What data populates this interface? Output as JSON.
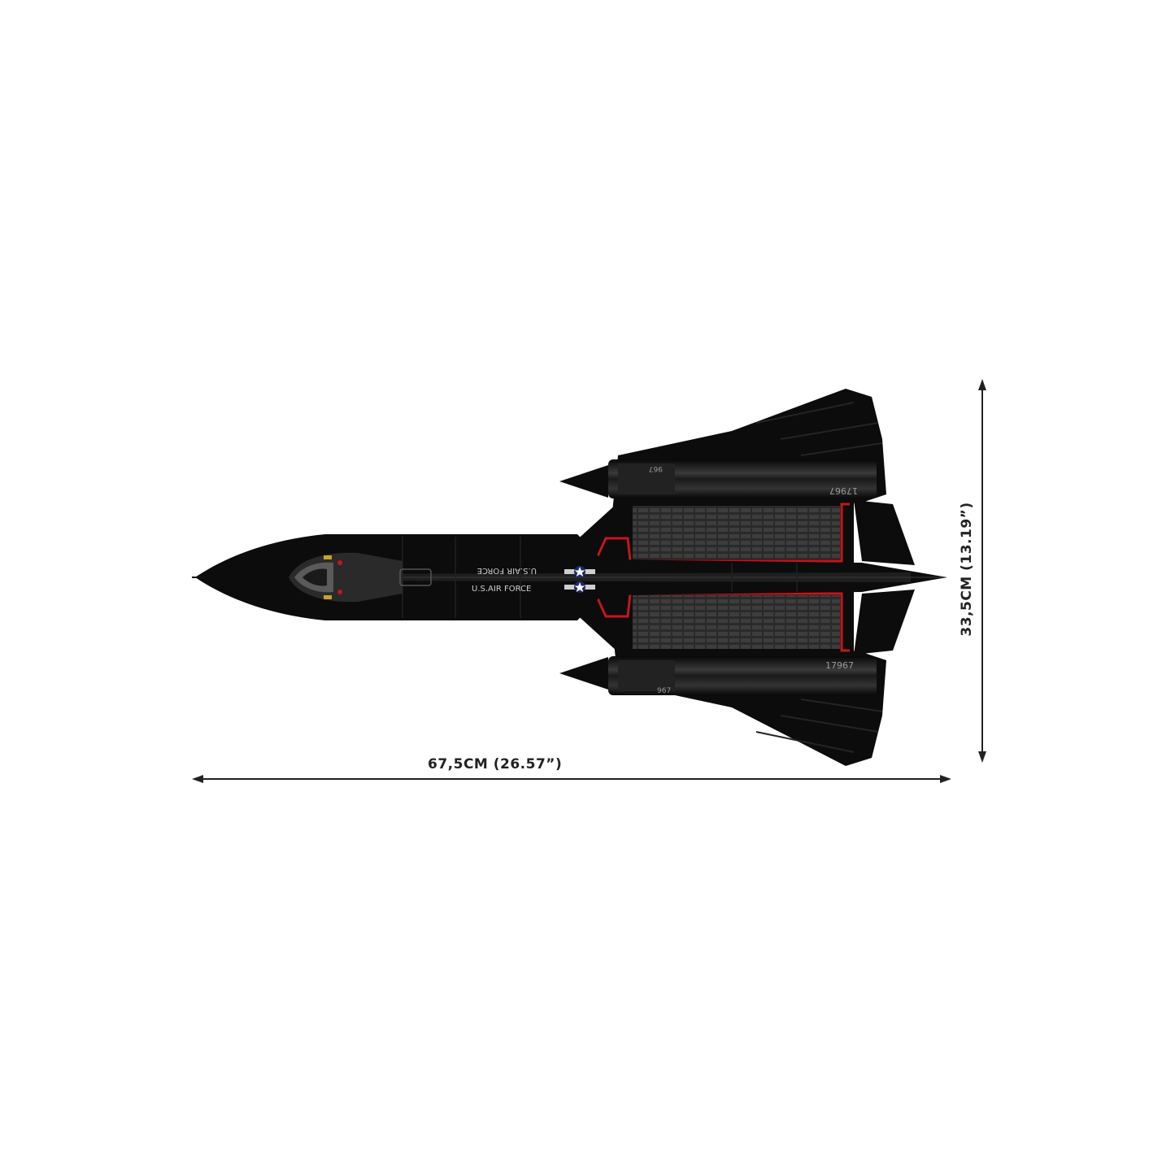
{
  "dimensions": {
    "width_label": "67,5CM (26.57”)",
    "height_label": "33,5CM (13.19”)"
  },
  "markings": {
    "fuselage_text_top": "U.S.AIR FORCE",
    "fuselage_text_bottom": "U.S.AIR FORCE",
    "nacelle_number_top": "967",
    "nacelle_number_bottom": "967",
    "tail_number_top": "17967",
    "tail_number_bottom": "17967"
  },
  "colors": {
    "background": "#ffffff",
    "aircraft_black": "#0c0c0c",
    "panel_dark": "#1c1c1c",
    "accent_red": "#c4161c",
    "dimension_line": "#222222"
  },
  "icons": {
    "roundel": "usaf-star-roundel-icon",
    "arrow": "dimension-arrow-icon"
  }
}
